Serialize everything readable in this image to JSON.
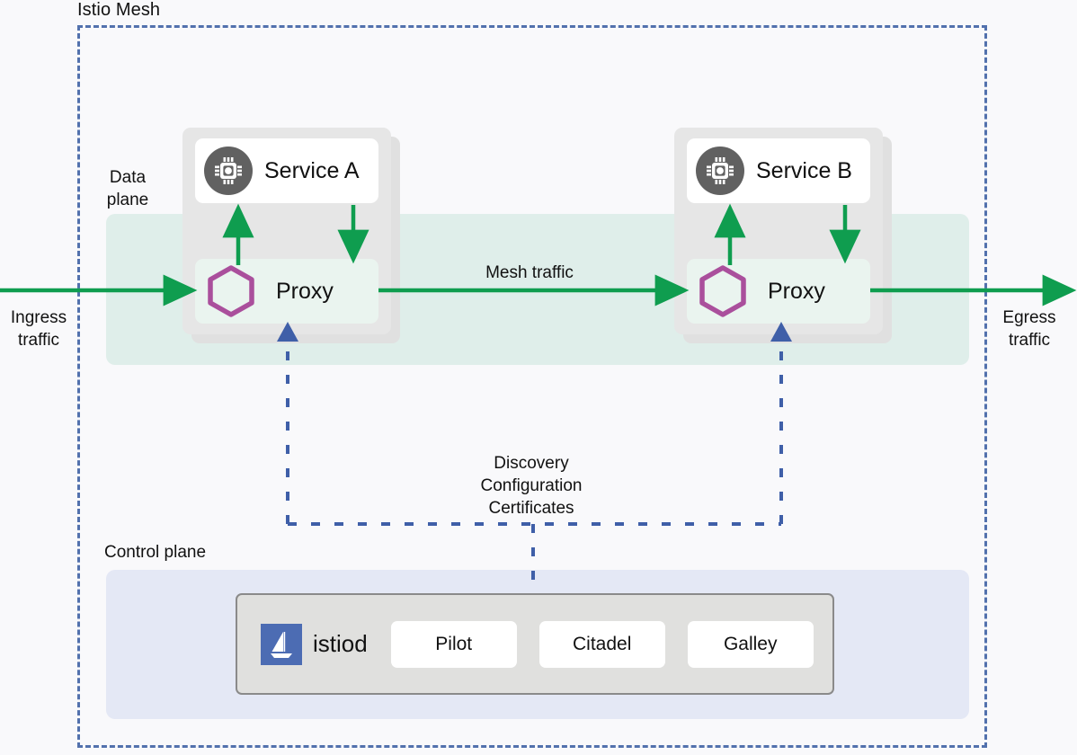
{
  "diagram": {
    "mesh_label": "Istio Mesh",
    "data_plane_label": "Data\nplane",
    "data_plane_label_line1": "Data",
    "data_plane_label_line2": "plane",
    "control_plane_label": "Control plane"
  },
  "flows": {
    "ingress_line1": "Ingress",
    "ingress_line2": "traffic",
    "egress_line1": "Egress",
    "egress_line2": "traffic",
    "mesh_traffic": "Mesh traffic",
    "discovery_line1": "Discovery",
    "discovery_line2": "Configuration",
    "discovery_line3": "Certificates"
  },
  "pods": [
    {
      "id": "pod-a",
      "service_name": "Service A",
      "service_icon": "cpu-chip-icon",
      "proxy_name": "Proxy",
      "proxy_icon": "hexagon-icon"
    },
    {
      "id": "pod-b",
      "service_name": "Service B",
      "service_icon": "cpu-chip-icon",
      "proxy_name": "Proxy",
      "proxy_icon": "hexagon-icon"
    }
  ],
  "control_plane": {
    "istiod_label": "istiod",
    "istiod_logo": "istio-sail-icon",
    "components": [
      {
        "label": "Pilot"
      },
      {
        "label": "Citadel"
      },
      {
        "label": "Galley"
      }
    ]
  },
  "colors": {
    "background": "#f9f9fb",
    "mesh_border": "#5271ad",
    "data_plane_band": "#dfeeea",
    "control_plane_panel": "#e4e8f5",
    "pod_fill": "#e3e3e3",
    "traffic_arrow": "#0f9d4f",
    "config_arrow": "#3f5fa8",
    "hexagon": "#aa4f9c",
    "service_icon_circle": "#616161",
    "istiod_logo_blue": "#4c6cb3",
    "istiod_box_fill": "#e0e0de",
    "istiod_box_border": "#8a8a8a"
  }
}
